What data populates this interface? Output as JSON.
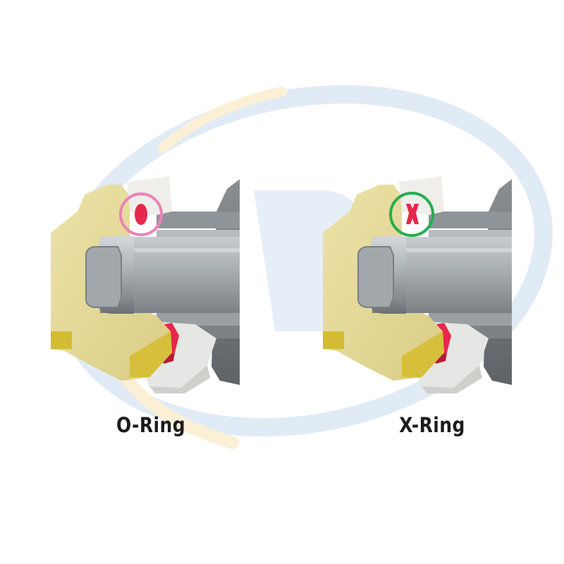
{
  "colors": {
    "background": "#ffffff",
    "watermark_blue": "#dbe8f5",
    "watermark_yellow": "#fbeed0",
    "plate_yellow": "#e2d592",
    "plate_gold": "#d6c040",
    "pin_steel": "#a3a8ad",
    "roller_white": "#ececeb",
    "seal_red": "#e6284c",
    "o_ring_marker": "#ec82b6",
    "x_ring_marker": "#26ad4f",
    "caption_text": "#1c1c1c"
  },
  "panels": [
    {
      "label": "O-Ring",
      "seal_shape": "o",
      "marker_color": "#ec82b6"
    },
    {
      "label": "X-Ring",
      "seal_shape": "x",
      "marker_color": "#26ad4f"
    }
  ]
}
